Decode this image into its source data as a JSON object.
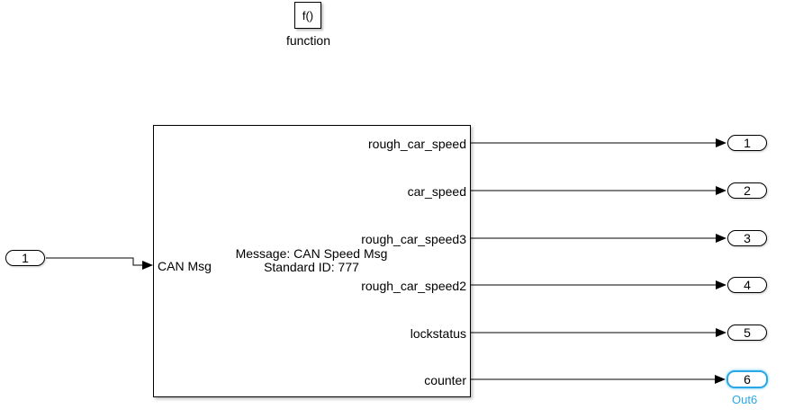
{
  "function_block": {
    "label": "f()",
    "name": "function"
  },
  "main_block": {
    "input_label": "CAN Msg",
    "message_line": "Message: CAN Speed Msg",
    "id_line": "Standard ID: 777",
    "outputs": [
      "rough_car_speed",
      "car_speed",
      "rough_car_speed3",
      "rough_car_speed2",
      "lockstatus",
      "counter"
    ]
  },
  "inport": {
    "number": "1"
  },
  "outports": [
    {
      "number": "1"
    },
    {
      "number": "2"
    },
    {
      "number": "3"
    },
    {
      "number": "4"
    },
    {
      "number": "5"
    },
    {
      "number": "6",
      "name": "Out6"
    }
  ],
  "colors": {
    "selected": "#2aa7e6",
    "line": "#000000"
  }
}
